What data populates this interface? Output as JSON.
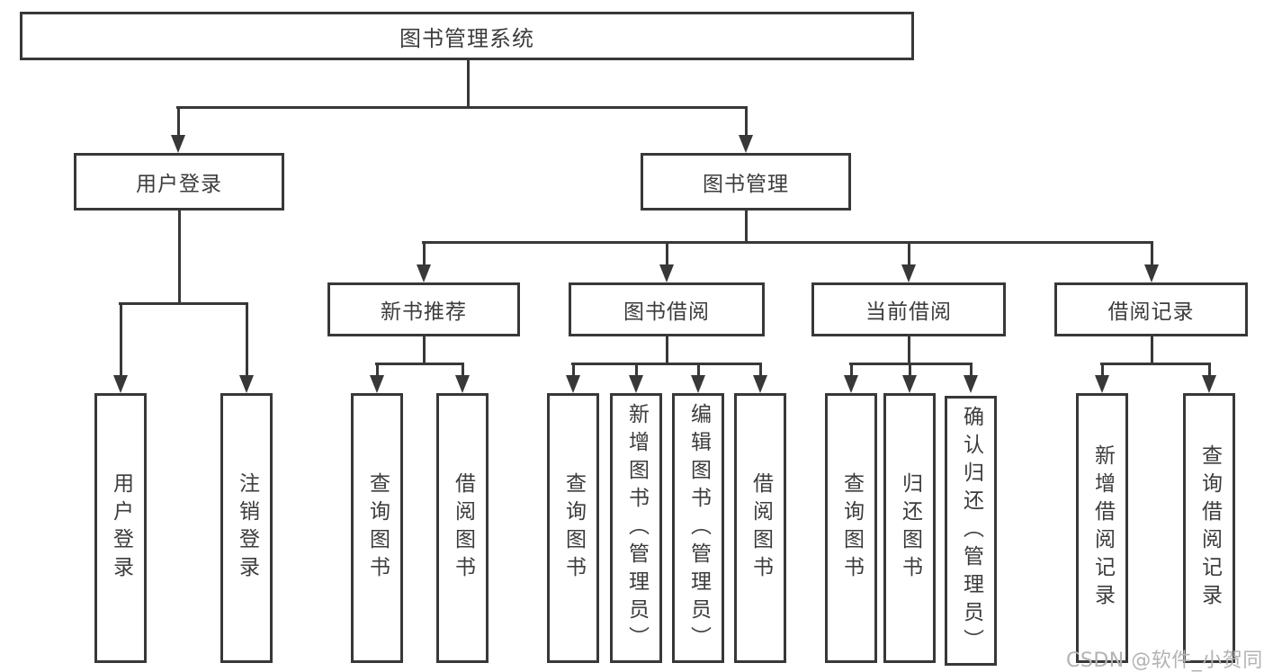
{
  "diagram": {
    "root": {
      "label": "图书管理系统"
    },
    "level2": [
      {
        "label": "用户登录",
        "children": [
          {
            "label": "用户登录"
          },
          {
            "label": "注销登录"
          }
        ]
      },
      {
        "label": "图书管理",
        "children": [
          {
            "label": "新书推荐",
            "children": [
              {
                "label": "查询图书"
              },
              {
                "label": "借阅图书"
              }
            ]
          },
          {
            "label": "图书借阅",
            "children": [
              {
                "label": "查询图书"
              },
              {
                "label": "新增图书（管理员）"
              },
              {
                "label": "编辑图书（管理员）"
              },
              {
                "label": "借阅图书"
              }
            ]
          },
          {
            "label": "当前借阅",
            "children": [
              {
                "label": "查询图书"
              },
              {
                "label": "归还图书"
              },
              {
                "label": "确认归还（管理员）"
              }
            ]
          },
          {
            "label": "借阅记录",
            "children": [
              {
                "label": "新增借阅记录"
              },
              {
                "label": "查询借阅记录"
              }
            ]
          }
        ]
      }
    ],
    "watermark": "CSDN @软件_小贺同学",
    "colors": {
      "line": "#383838",
      "node_border": "#383838",
      "text": "#3c3c3c",
      "watermark": "#b3b3b3",
      "background": "#ffffff"
    }
  }
}
